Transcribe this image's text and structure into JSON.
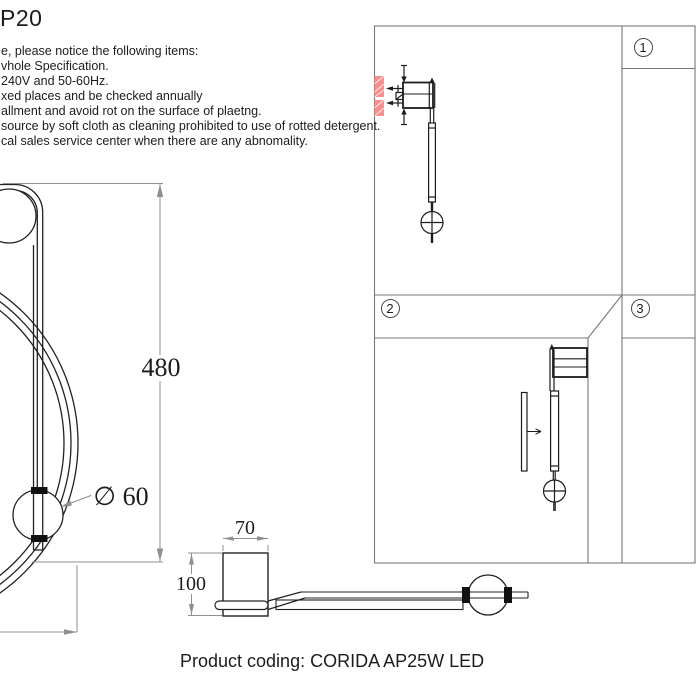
{
  "header": {
    "title_fragment": "P20"
  },
  "notice": {
    "lines": [
      "e, please notice the following items:",
      "vhole Specification.",
      "240V and 50-60Hz.",
      "xed places and be checked annually",
      "allment and avoid rot on the surface of plaetng.",
      "source by soft cloth as cleaning prohibited to use of rotted detergent.",
      "cal sales service center when there are any abnomality."
    ]
  },
  "front_view": {
    "height_dim": "480",
    "sphere_diameter_dim": "∅ 60"
  },
  "side_view": {
    "width_dim": "70",
    "height_dim": "100"
  },
  "panels": {
    "step1": "1",
    "step2": "2",
    "step3": "3"
  },
  "footer": {
    "product_coding": "Product coding: CORIDA AP25W LED"
  },
  "colors": {
    "object_line": "#222222",
    "dimension_line": "#8f8f8f",
    "grid_line": "#787878",
    "wall_accent": "#f5908f"
  }
}
